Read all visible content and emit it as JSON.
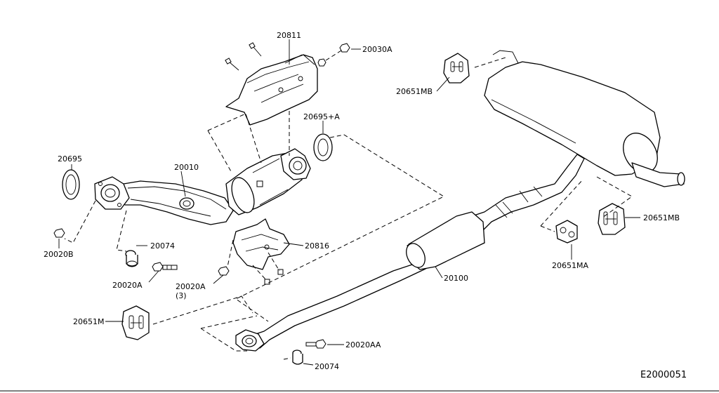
{
  "diagram": {
    "code": "E2000051",
    "parts": [
      {
        "id": "p20811",
        "label": "20811"
      },
      {
        "id": "p20030A",
        "label": "20030A"
      },
      {
        "id": "p20695A",
        "label": "20695+A"
      },
      {
        "id": "p20695",
        "label": "20695"
      },
      {
        "id": "p20010",
        "label": "20010"
      },
      {
        "id": "p20020B",
        "label": "20020B"
      },
      {
        "id": "p20074a",
        "label": "20074"
      },
      {
        "id": "p20020A1",
        "label": "20020A"
      },
      {
        "id": "p20020A2",
        "label": "20020A"
      },
      {
        "id": "p20020A2q",
        "label": "(3)"
      },
      {
        "id": "p20816",
        "label": "20816"
      },
      {
        "id": "p20651MB1",
        "label": "20651MB"
      },
      {
        "id": "p20651MB2",
        "label": "20651MB"
      },
      {
        "id": "p20651MA",
        "label": "20651MA"
      },
      {
        "id": "p20100",
        "label": "20100"
      },
      {
        "id": "p20651M",
        "label": "20651M"
      },
      {
        "id": "p20020AA",
        "label": "20020AA"
      },
      {
        "id": "p20074b",
        "label": "20074"
      }
    ]
  }
}
